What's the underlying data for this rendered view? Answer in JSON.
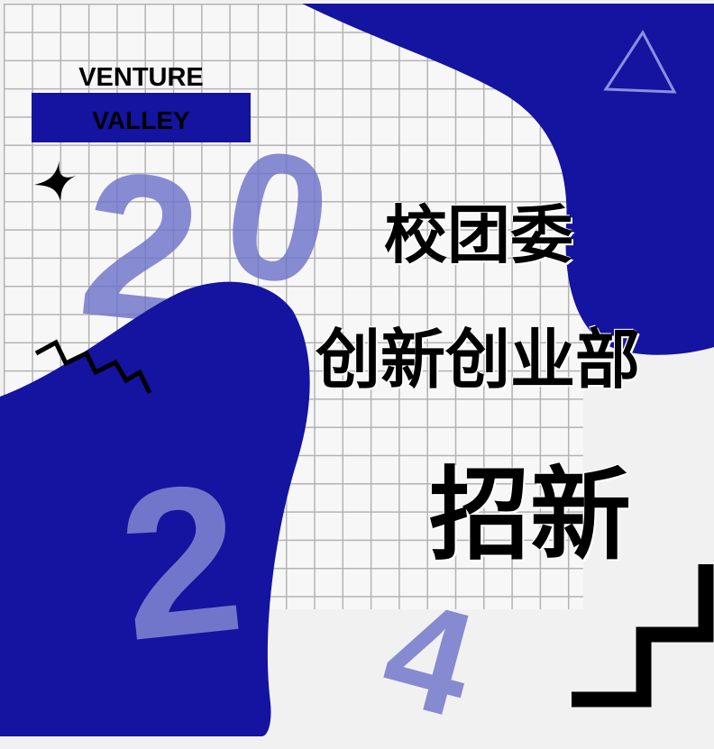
{
  "brand": {
    "line1": "VENTURE",
    "line2": "VALLEY"
  },
  "digits": [
    "2",
    "0",
    "2",
    "4"
  ],
  "title": {
    "line1": "校团委",
    "line2": "创新创业部",
    "line3": "招新"
  },
  "colors": {
    "primary_blue": "#1414a0",
    "digit_tint": "#7b7fcc",
    "background": "#f1f1f1",
    "grid_line": "#b3b3b3"
  },
  "icons": [
    "sparkle-icon",
    "zigzag-icon",
    "triangle-outline-icon",
    "staircase-icon"
  ]
}
